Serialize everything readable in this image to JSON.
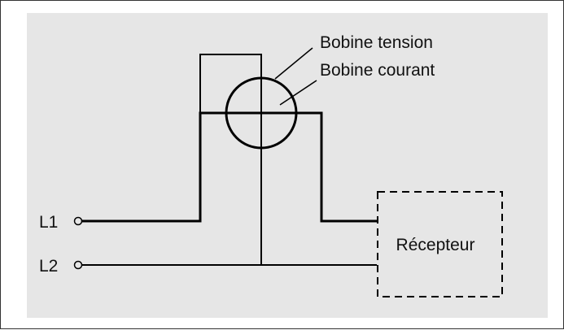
{
  "labels": {
    "coil_voltage": "Bobine tension",
    "coil_current": "Bobine courant",
    "line_1": "L1",
    "line_2": "L2",
    "receiver": "Récepteur"
  },
  "colors": {
    "panel_background": "#e6e6e6",
    "wire": "#000000",
    "frame_border": "#333333"
  }
}
